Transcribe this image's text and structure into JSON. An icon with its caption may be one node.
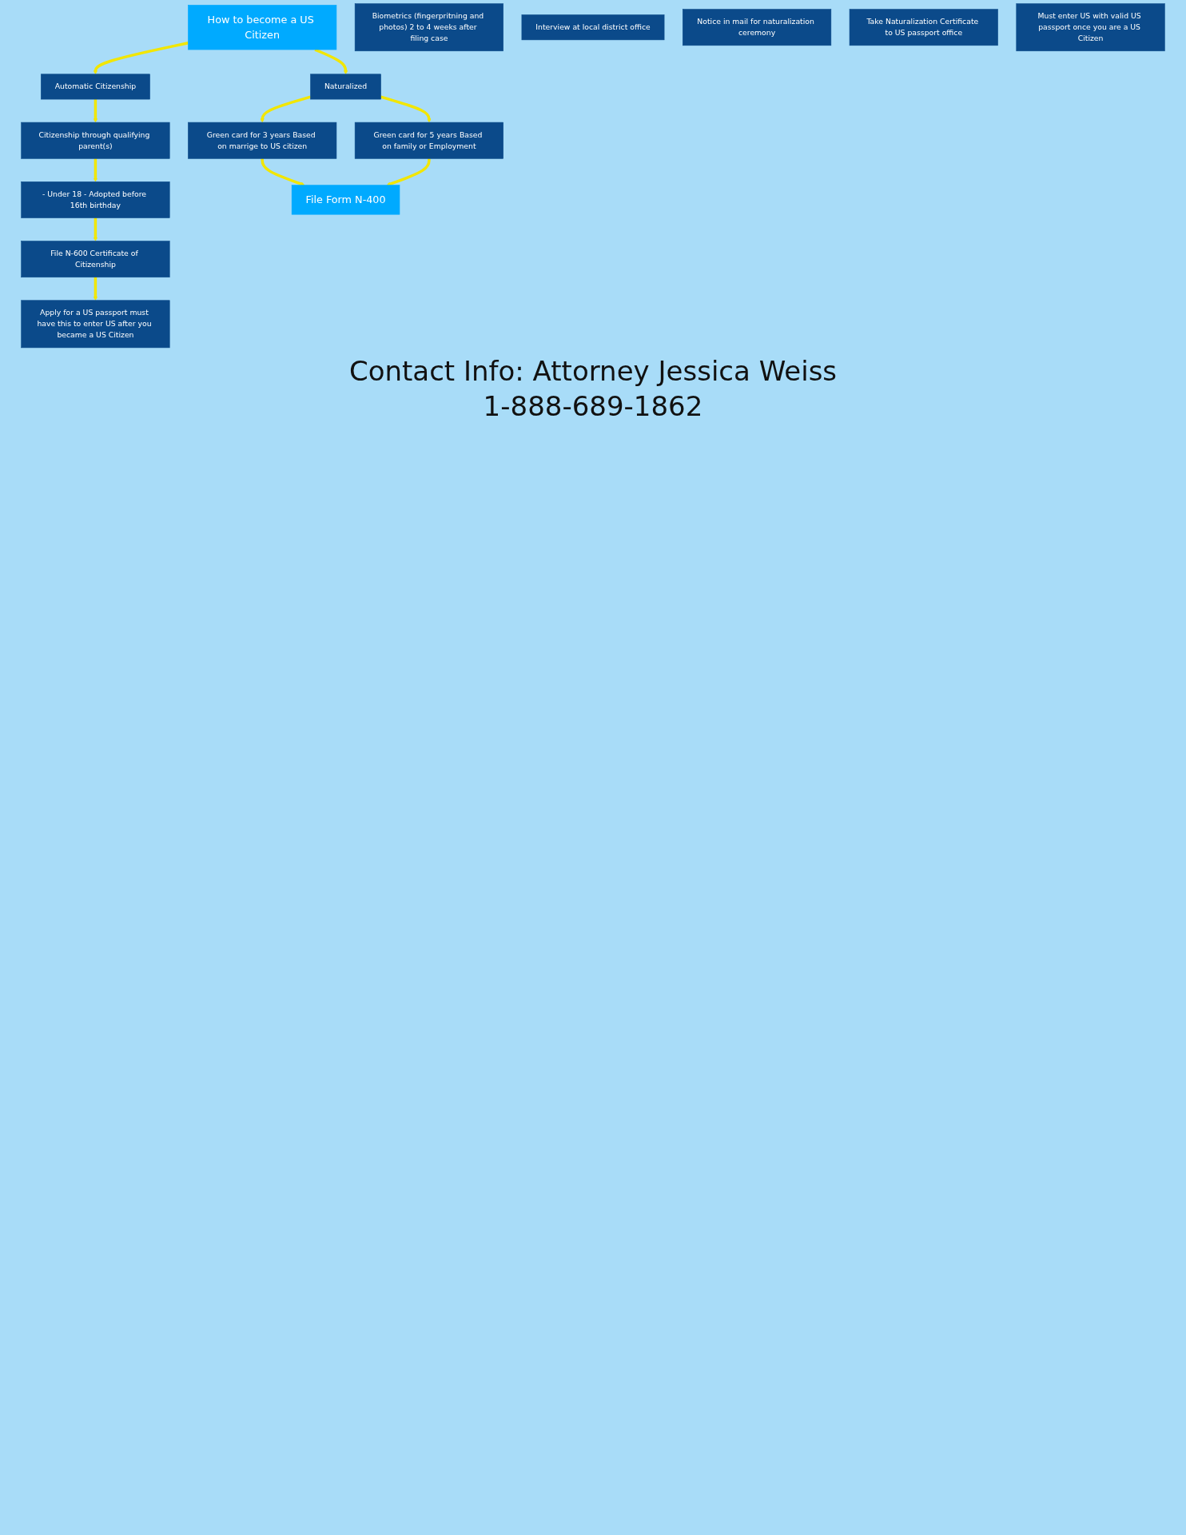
{
  "diagram": {
    "nodes": [
      {
        "text": [
          "How to become a US Citizen"
        ]
      },
      {
        "text": [
          "Automatic Citizenship"
        ]
      },
      {
        "text": [
          "Naturalized"
        ]
      },
      {
        "text": [
          "Citizenship through qualifying parent(s)"
        ]
      },
      {
        "text": [
          "- Under 18 - Adopted before 16th birthday"
        ]
      },
      {
        "text": [
          "File N-600 Certificate of Citizenship"
        ]
      },
      {
        "text": [
          "Apply for a US passport must have this to enter US after you became a US Citizen"
        ]
      },
      {
        "text": [
          "Green card for 3 years Based on marrige to US citizen"
        ]
      },
      {
        "text": [
          "Green card for 5 years Based on family or Employment"
        ]
      },
      {
        "text": [
          "File Form N-400"
        ]
      },
      {
        "text": [
          "Biometrics (fingerpritning and photos) 2 to 4 weeks after filing case"
        ]
      },
      {
        "text": [
          "Interview at local district office"
        ]
      },
      {
        "text": [
          "Notice in mail for naturalization ceremony"
        ]
      },
      {
        "text": [
          "Take Naturalization Certificate to US passport office"
        ]
      },
      {
        "text": [
          "Must enter US with valid US passport once you are a US Citizen"
        ]
      }
    ],
    "edges": [
      {
        "from": 0,
        "to": 1,
        "arrow": "to"
      },
      {
        "from": 0,
        "to": 2,
        "arrow": "to"
      },
      {
        "from": 1,
        "to": 3,
        "arrow": "to"
      },
      {
        "from": 3,
        "to": 4,
        "arrow": "to"
      },
      {
        "from": 4,
        "to": 5,
        "arrow": "to"
      },
      {
        "from": 5,
        "to": 6,
        "arrow": "to"
      },
      {
        "from": 2,
        "to": 7,
        "arrow": "to"
      },
      {
        "from": 2,
        "to": 8,
        "arrow": "to"
      },
      {
        "from": 7,
        "to": 9,
        "arrow": "to"
      },
      {
        "from": 8,
        "to": 9,
        "arrow": "to"
      }
    ],
    "labels": [
      "Contact Info: Attorney Jessica Weiss",
      "1-888-689-1862"
    ]
  }
}
